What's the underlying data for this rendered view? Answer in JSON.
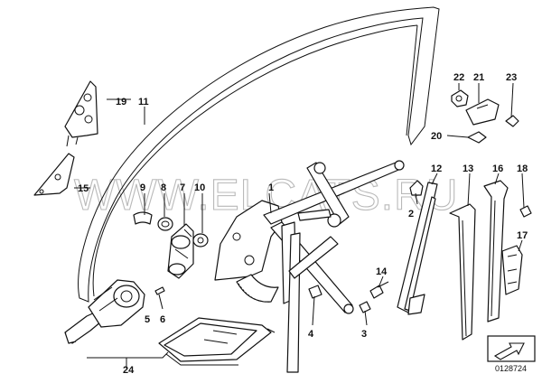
{
  "watermark": "WWW.ELCATS.RU",
  "diagram_code": "0128724",
  "callouts": {
    "c1": "1",
    "c2": "2",
    "c3": "3",
    "c4": "4",
    "c5": "5",
    "c6": "6",
    "c7": "7",
    "c8": "8",
    "c9": "9",
    "c10": "10",
    "c11": "11",
    "c12": "12",
    "c13": "13",
    "c14": "14",
    "c15": "15",
    "c16": "16",
    "c17": "17",
    "c18": "18",
    "c19": "19",
    "c20": "20",
    "c21": "21",
    "c22": "22",
    "c23": "23",
    "c24": "24"
  },
  "icons": {
    "orientation": "arrow-icon"
  },
  "colors": {
    "line": "#111111",
    "watermark": "#b9b9b9",
    "background": "#ffffff"
  }
}
